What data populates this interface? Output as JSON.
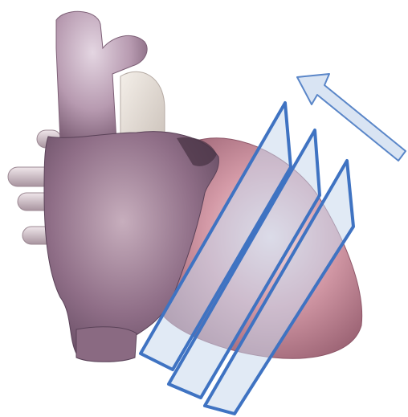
{
  "scene": {
    "subject": "heart-3d-render",
    "slice_plane_count": 3,
    "arrow_direction": "up-left",
    "colors": {
      "background": "#ffffff",
      "plane_fill": "#c9d8ec",
      "plane_stroke": "#3f73c2",
      "arrow_fill": "#d9e4f3",
      "arrow_stroke": "#5a86c8",
      "tissue_purple": "#9c7a92",
      "tissue_pink": "#c98595",
      "vessel_light": "#d8c8d0",
      "aorta": "#b79ab0"
    }
  }
}
